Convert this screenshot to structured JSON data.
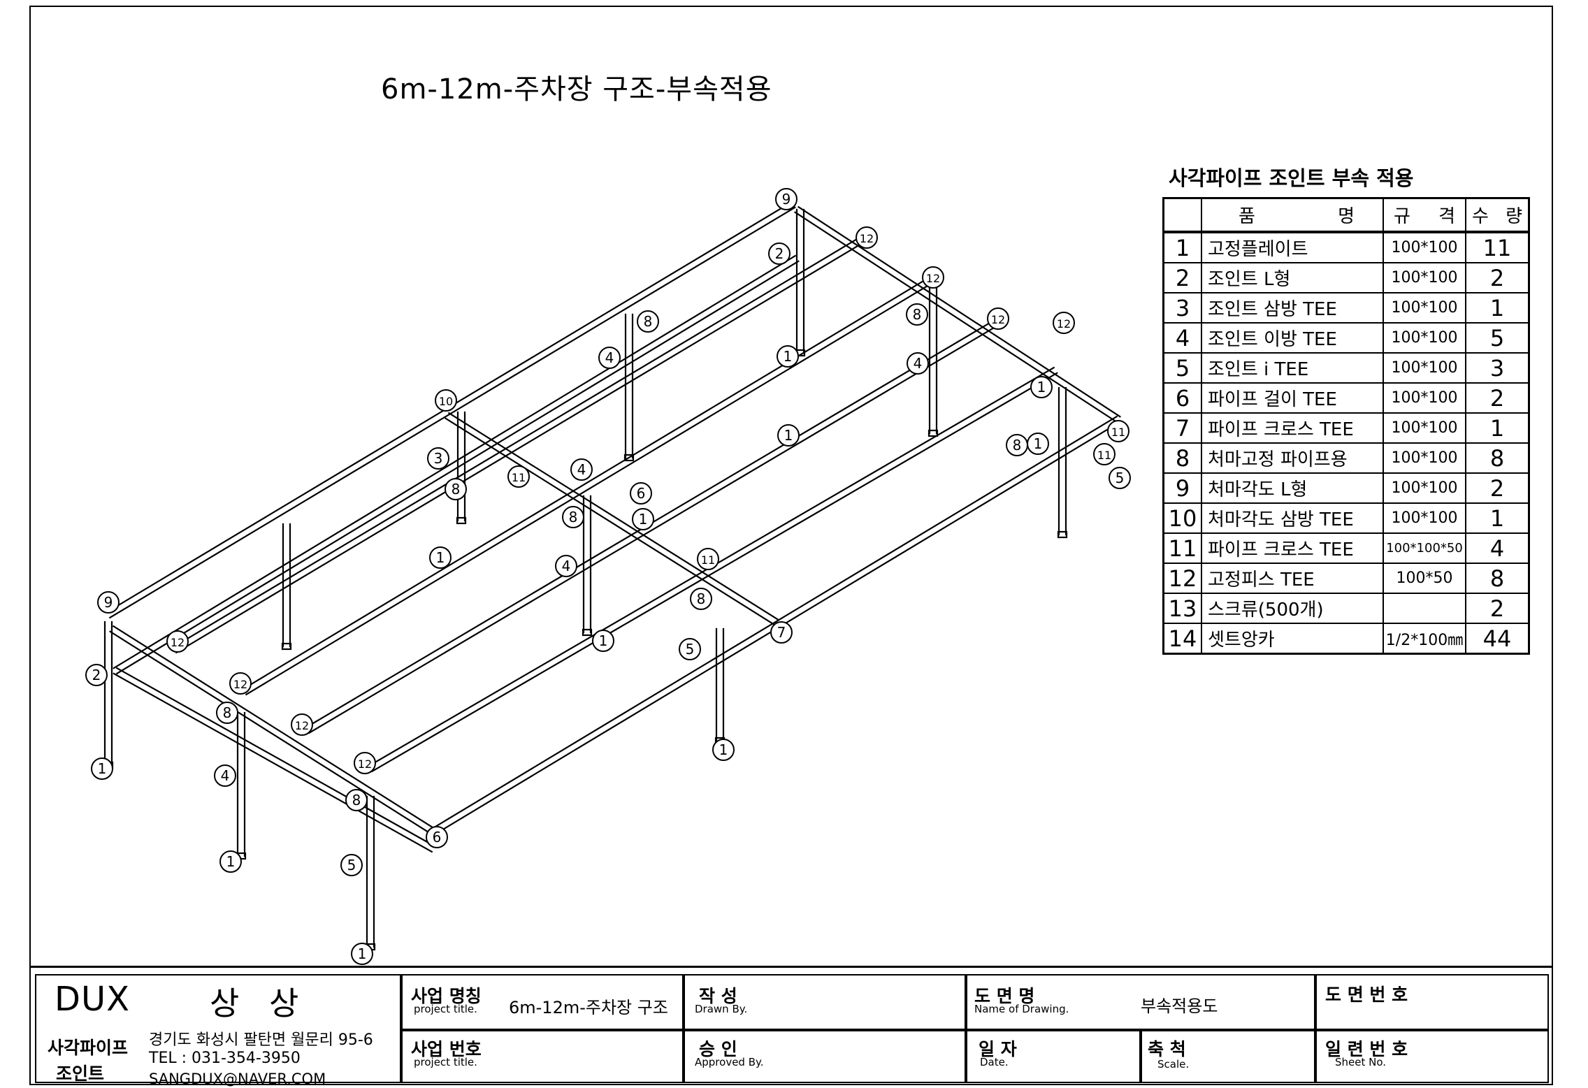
{
  "title": "6m-12m-주차장 구조-부속적용",
  "parts_caption": "사각파이프 조인트 부속 적용",
  "parts_table": {
    "headers": {
      "name": [
        "품",
        "명"
      ],
      "spec": [
        "규",
        "격"
      ],
      "qty": [
        "수",
        "량"
      ]
    },
    "rows": [
      {
        "no": "1",
        "name": "고정플레이트",
        "spec": "100*100",
        "qty": "11"
      },
      {
        "no": "2",
        "name": "조인트 L형",
        "spec": "100*100",
        "qty": "2"
      },
      {
        "no": "3",
        "name": "조인트 삼방 TEE",
        "spec": "100*100",
        "qty": "1"
      },
      {
        "no": "4",
        "name": "조인트 이방 TEE",
        "spec": "100*100",
        "qty": "5"
      },
      {
        "no": "5",
        "name": "조인트 i TEE",
        "spec": "100*100",
        "qty": "3"
      },
      {
        "no": "6",
        "name": "파이프 걸이 TEE",
        "spec": "100*100",
        "qty": "2"
      },
      {
        "no": "7",
        "name": "파이프 크로스 TEE",
        "spec": "100*100",
        "qty": "1"
      },
      {
        "no": "8",
        "name": "처마고정 파이프용",
        "spec": "100*100",
        "qty": "8"
      },
      {
        "no": "9",
        "name": "처마각도 L형",
        "spec": "100*100",
        "qty": "2"
      },
      {
        "no": "10",
        "name": "처마각도 삼방 TEE",
        "spec": "100*100",
        "qty": "1"
      },
      {
        "no": "11",
        "name": "파이프 크로스 TEE",
        "spec": "100*100*50",
        "qty": "4"
      },
      {
        "no": "12",
        "name": "고정피스 TEE",
        "spec": "100*50",
        "qty": "8"
      },
      {
        "no": "13",
        "name": "스크류(500개)",
        "spec": "",
        "qty": "2"
      },
      {
        "no": "14",
        "name": "셋트앙카",
        "spec": "1/2*100㎜",
        "qty": "44"
      }
    ]
  },
  "callouts": [
    "9",
    "12",
    "2",
    "12",
    "8",
    "12",
    "4",
    "1",
    "12",
    "8",
    "4",
    "1",
    "10",
    "3",
    "1",
    "11",
    "11",
    "8",
    "6",
    "5",
    "1",
    "8",
    "4",
    "1",
    "11",
    "4",
    "8",
    "1",
    "1",
    "11",
    "8",
    "5",
    "7",
    "1",
    "9",
    "12",
    "2",
    "12",
    "8",
    "12",
    "1",
    "12",
    "4",
    "8",
    "6",
    "1",
    "5",
    "1"
  ],
  "title_block": {
    "company": "DUX",
    "company_ss": "상 상",
    "company_line1": "사각파이프",
    "company_line2": "조인트",
    "address": "경기도 화성시 팔탄면 월문리 95-6",
    "tel": "TEL : 031-354-3950",
    "email": "SANGDUX@NAVER.COM",
    "project_name_label": "사업 명칭",
    "project_name_sub": "project title.",
    "project_name_value": "6m-12m-주차장 구조",
    "project_no_label": "사업 번호",
    "project_no_sub": "project title.",
    "drawn_label": "작   성",
    "drawn_sub": "Drawn By.",
    "approved_label": "승   인",
    "approved_sub": "Approved By.",
    "drawing_name_label": "도 면 명",
    "drawing_name_sub": "Name of Drawing.",
    "drawing_name_value": "부속적용도",
    "date_label": "일  자",
    "date_sub": "Date.",
    "scale_label": "축  척",
    "scale_sub": "Scale.",
    "drawing_no_label": "도 면 번 호",
    "sheet_no_label": "일 련 번 호",
    "sheet_no_sub": "Sheet No."
  }
}
